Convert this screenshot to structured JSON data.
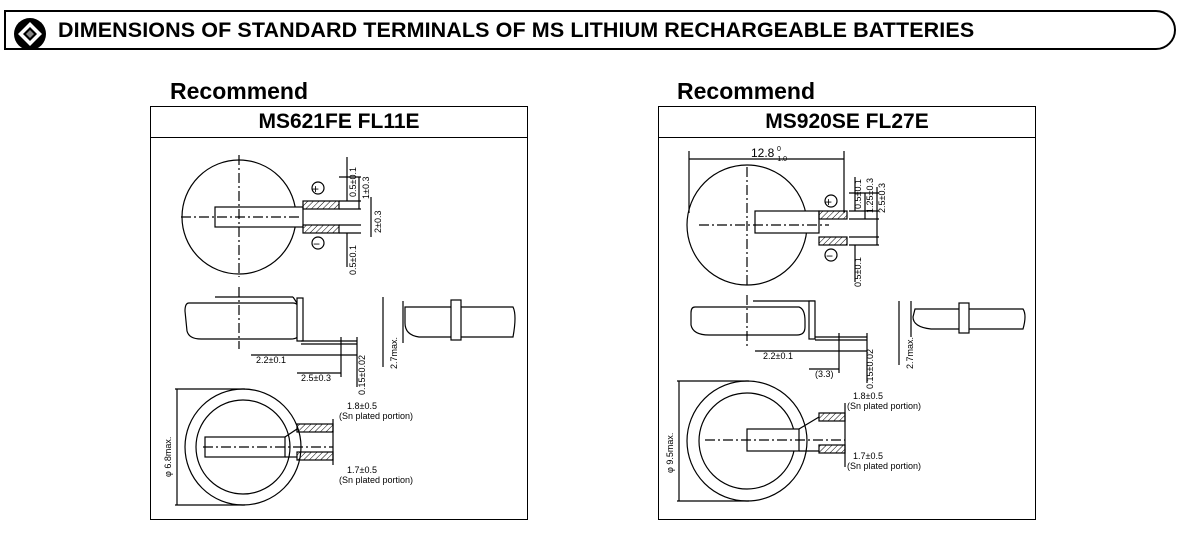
{
  "header": {
    "title": "DIMENSIONS OF STANDARD TERMINALS OF MS LITHIUM RECHARGEABLE BATTERIES",
    "icon": "diamond-emblem-icon"
  },
  "panels": [
    {
      "recommend": "Recommend",
      "model": "MS621FE FL11E",
      "dims": {
        "d1": "0.5±0.1",
        "d2": "1±0.3",
        "d3": "2±0.3",
        "d4": "0.5±0.1",
        "s1": "2.2±0.1",
        "s2": "2.5±0.3",
        "s3": "0.15±0.02",
        "s4": "2.7max.",
        "b1": "φ 6.8max.",
        "b2": "1.8±0.5",
        "b3": "(Sn plated portion)",
        "b4": "1.7±0.5",
        "b5": "(Sn plated portion)"
      }
    },
    {
      "recommend": "Recommend",
      "model": "MS920SE FL27E",
      "dims": {
        "top": "12.8",
        "top_sup": "0",
        "top_sub": "-1.0",
        "d1": "0.5±0.1",
        "d2": "1.25±0.3",
        "d3": "2.5±0.3",
        "d4": "0.5±0.1",
        "s1": "2.2±0.1",
        "s2": "(3.3)",
        "s3": "0.15±0.02",
        "s4": "2.7max.",
        "b1": "φ 9.5max.",
        "b2": "1.8±0.5",
        "b3": "(Sn plated portion)",
        "b4": "1.7±0.5",
        "b5": "(Sn plated portion)"
      }
    }
  ],
  "symbols": {
    "plus": "+",
    "minus": "−"
  }
}
